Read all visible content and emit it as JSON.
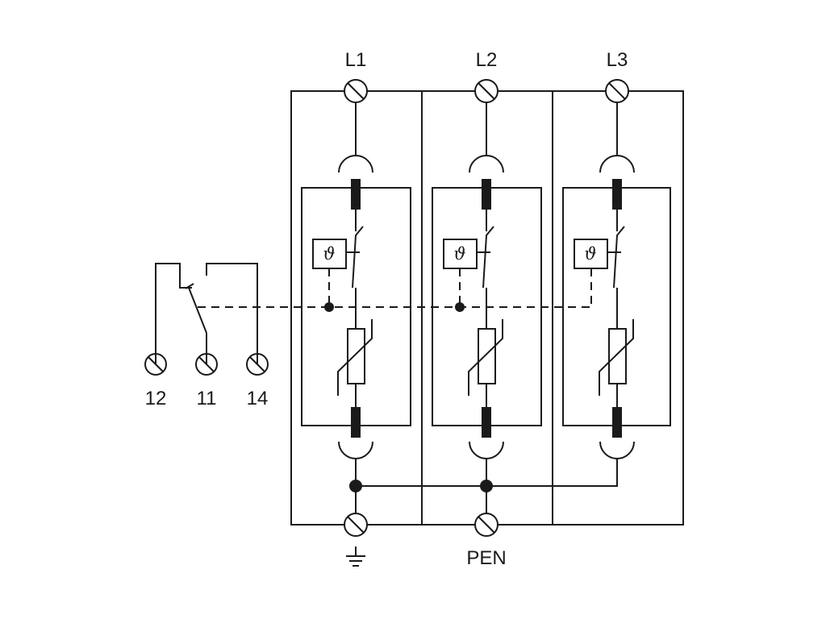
{
  "phases": [
    {
      "label": "L1",
      "thermal_symbol": "ϑ"
    },
    {
      "label": "L2",
      "thermal_symbol": "ϑ"
    },
    {
      "label": "L3",
      "thermal_symbol": "ϑ"
    }
  ],
  "aux_contacts": [
    {
      "label": "12"
    },
    {
      "label": "11"
    },
    {
      "label": "14"
    }
  ],
  "bottom_terminals": [
    {
      "label": "⏚",
      "meaning": "earth-ground-icon"
    },
    {
      "label": "PEN"
    }
  ]
}
